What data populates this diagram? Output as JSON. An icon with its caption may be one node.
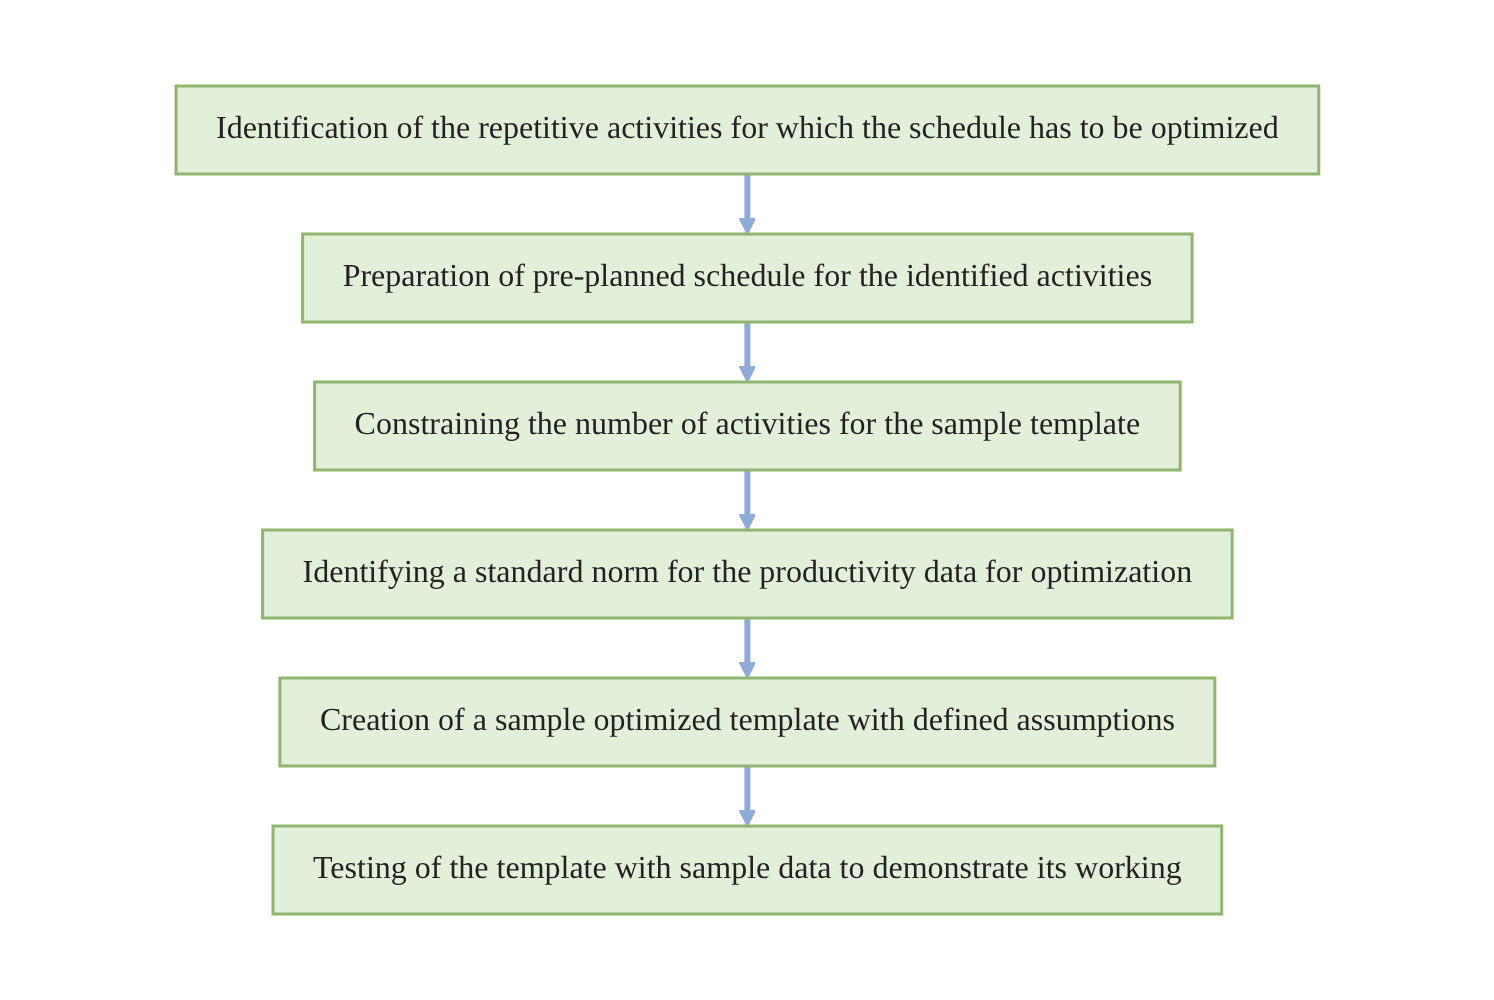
{
  "diagram": {
    "nodes": [
      {
        "text": [
          "Identification of the repetitive activities for which the schedule has to be optimized"
        ]
      },
      {
        "text": [
          "Preparation of pre-planned schedule for the identified activities"
        ]
      },
      {
        "text": [
          "Constraining the number of  activities for the sample template"
        ]
      },
      {
        "text": [
          "Identifying a standard norm for the productivity data for optimization"
        ]
      },
      {
        "text": [
          "Creation of a sample optimized template with defined assumptions"
        ]
      },
      {
        "text": [
          "Testing of the template with sample data to demonstrate its working"
        ]
      }
    ],
    "edges": [
      {
        "from": 0,
        "to": 1,
        "arrow": "to"
      },
      {
        "from": 1,
        "to": 2,
        "arrow": "to"
      },
      {
        "from": 2,
        "to": 3,
        "arrow": "to"
      },
      {
        "from": 3,
        "to": 4,
        "arrow": "to"
      },
      {
        "from": 4,
        "to": 5,
        "arrow": "to"
      }
    ]
  }
}
